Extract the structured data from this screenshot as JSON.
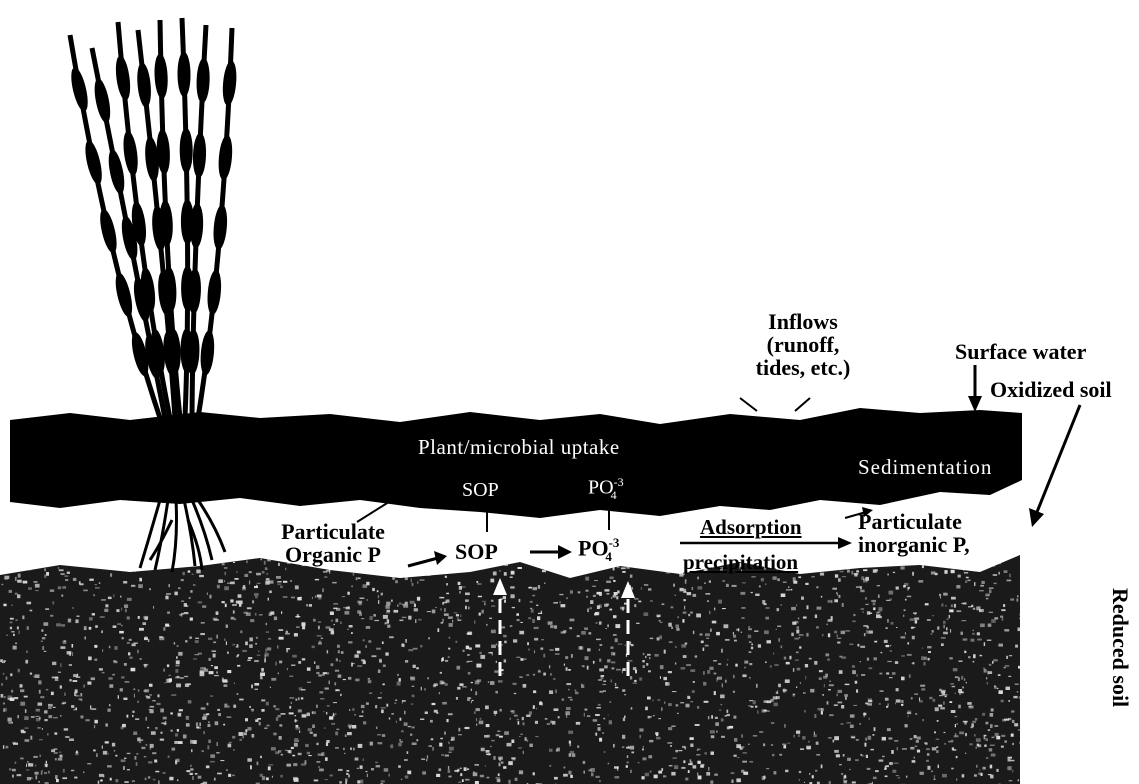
{
  "labels": {
    "inflows_1": "Inflows",
    "inflows_2": "(runoff,",
    "inflows_3": "tides, etc.)",
    "surface_water": "Surface water",
    "oxidized_soil": "Oxidized soil",
    "reduced_soil": "Reduced soil",
    "plant_uptake": "Plant/microbial uptake",
    "sedimentation": "Sedimentation",
    "sop_top": "SOP",
    "po4_top_base": "PO",
    "po4_top_sup": "-3",
    "po4_top_sub": "4",
    "particulate_organic_1": "Particulate",
    "particulate_organic_2": "Organic P",
    "sop_mid": "SOP",
    "po4_mid_base": "PO",
    "po4_mid_sup": "-3",
    "po4_mid_sub": "4",
    "adsorption": "Adsorption",
    "precipitation": "precipitation",
    "particulate_inorganic_1": "Particulate",
    "particulate_inorganic_2": "inorganic P,"
  },
  "colors": {
    "dark_layer": "#000000",
    "oxidized_band": "#ffffff",
    "soil_base": "#1a1a1a",
    "soil_speckle": "#e8e8e8"
  }
}
